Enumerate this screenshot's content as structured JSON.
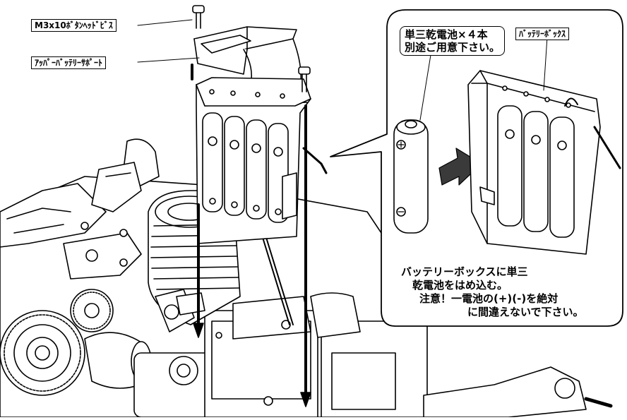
{
  "callouts": {
    "screw": "M3x10ﾎﾞﾀﾝﾍｯﾄﾞﾋﾞｽ",
    "upper_support": "ｱｯﾊﾟｰﾊﾞｯﾃﾘｰｻﾎﾟｰﾄ",
    "battery_box": "ﾊﾞｯﾃﾘｰﾎﾞｯｸｽ"
  },
  "battery_note": {
    "line1": "単三乾電池×４本",
    "line2": "別途ご用意下さい。"
  },
  "instructions": {
    "line1": "バッテリーボックスに単三",
    "line2": "乾電池をはめ込む。",
    "line3": "注意！一電池の(+)(-)を絶対",
    "line4": "に間違えないで下さい。"
  },
  "colors": {
    "line": "#000000",
    "fill": "#ffffff",
    "shade": "#bdbdbd",
    "dark": "#3a3a3a"
  }
}
